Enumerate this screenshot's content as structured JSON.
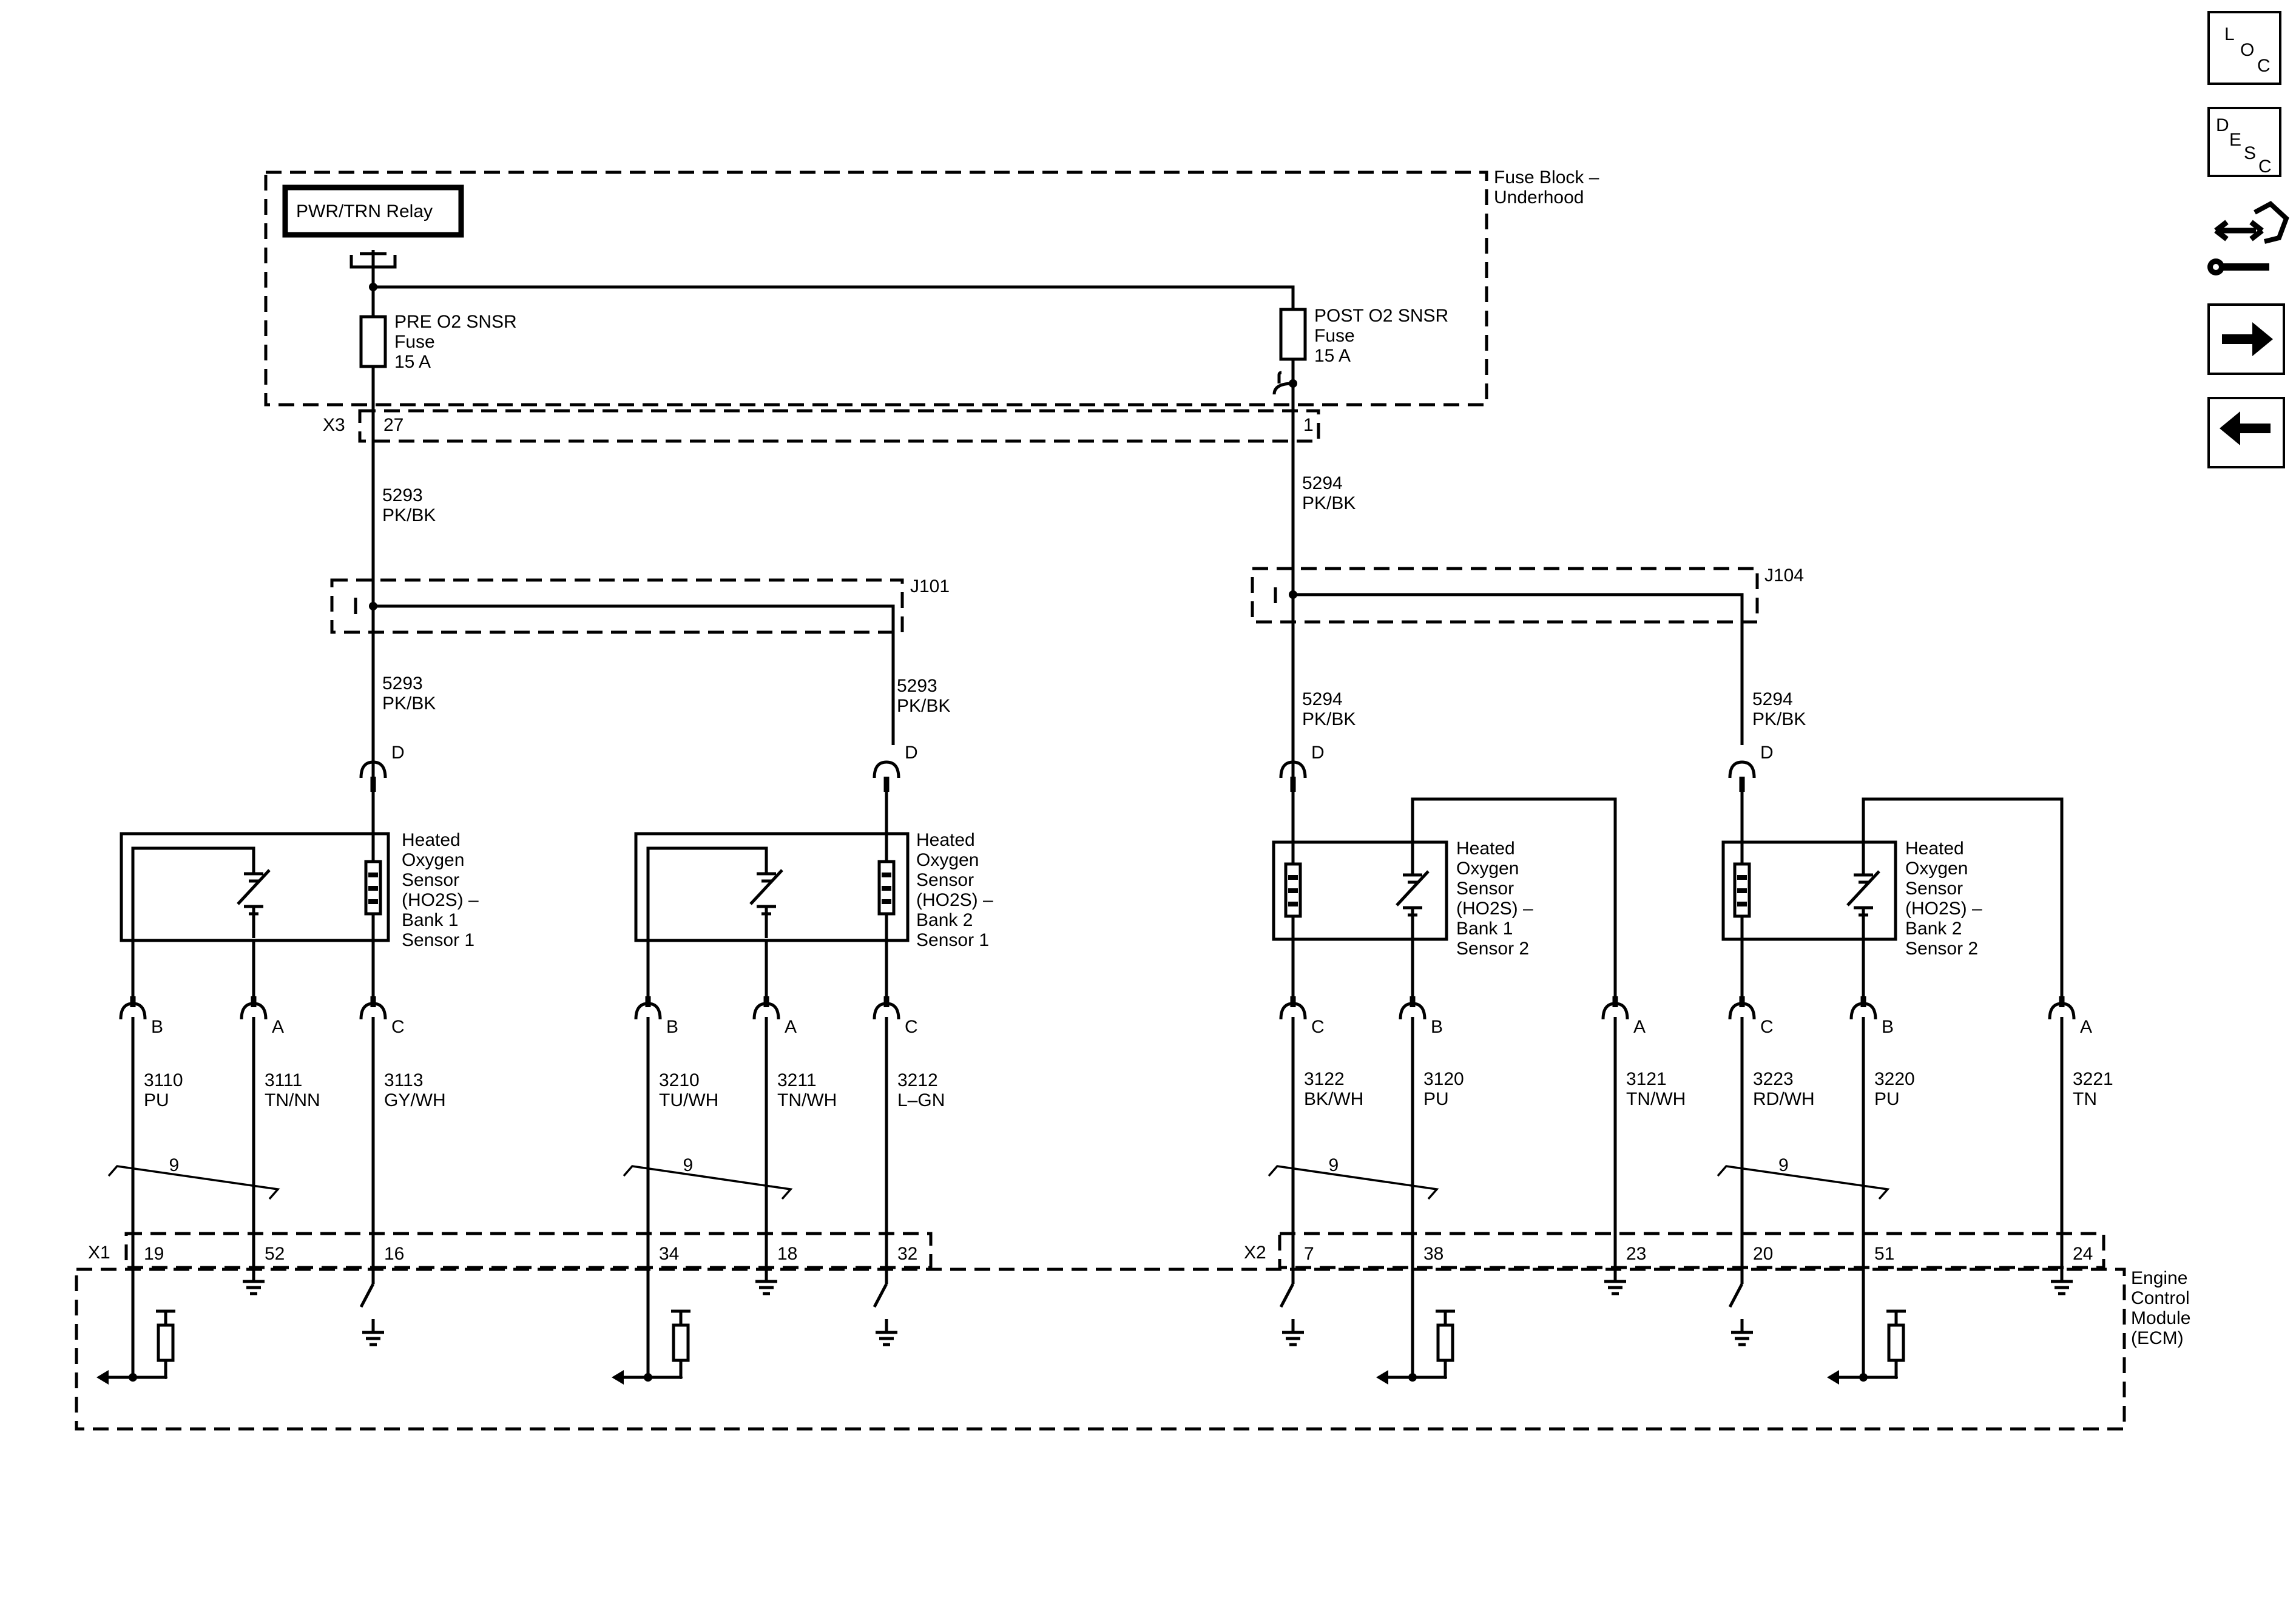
{
  "fuse_block": {
    "label": "Fuse Block –\nUnderhood",
    "relay": "PWR/TRN Relay",
    "pre_fuse": "PRE O2 SNSR\nFuse\n15 A",
    "post_fuse": "POST O2 SNSR\nFuse\n15 A",
    "connector": "X3",
    "pin_pre": "27",
    "pin_post": "1"
  },
  "splices": {
    "left": "J101",
    "right": "J104"
  },
  "feed_wires": {
    "pre": "5293\nPK/BK",
    "post": "5294\nPK/BK"
  },
  "sensors": [
    {
      "label": "Heated\nOxygen\nSensor\n(HO2S) –\nBank 1\nSensor 1",
      "feed_pin": "D",
      "pins": [
        "B",
        "A",
        "C"
      ],
      "wires": [
        "3110\nPU",
        "3111\nTN/NN",
        "3113\nGY/WH"
      ],
      "ecm_pins": [
        "19",
        "52",
        "16"
      ],
      "twist": "9"
    },
    {
      "label": "Heated\nOxygen\nSensor\n(HO2S) –\nBank 2\nSensor 1",
      "feed_pin": "D",
      "pins": [
        "B",
        "A",
        "C"
      ],
      "wires": [
        "3210\nTU/WH",
        "3211\nTN/WH",
        "3212\nL–GN"
      ],
      "ecm_pins": [
        "34",
        "18",
        "32"
      ],
      "twist": "9"
    },
    {
      "label": "Heated\nOxygen\nSensor\n(HO2S) –\nBank 1\nSensor 2",
      "feed_pin": "D",
      "pins": [
        "C",
        "B",
        "A"
      ],
      "wires": [
        "3122\nBK/WH",
        "3120\nPU",
        "3121\nTN/WH"
      ],
      "ecm_pins": [
        "7",
        "38",
        "23"
      ],
      "twist": "9"
    },
    {
      "label": "Heated\nOxygen\nSensor\n(HO2S) –\nBank 2\nSensor 2",
      "feed_pin": "D",
      "pins": [
        "C",
        "B",
        "A"
      ],
      "wires": [
        "3223\nRD/WH",
        "3220\nPU",
        "3221\nTN"
      ],
      "ecm_pins": [
        "20",
        "51",
        "24"
      ],
      "twist": "9"
    }
  ],
  "ecm": {
    "label": "Engine\nControl\nModule\n(ECM)",
    "connector_left": "X1",
    "connector_right": "X2"
  },
  "nav": {
    "loc": "LOC",
    "desc": "DESC",
    "icons": [
      "connector-tool-icon",
      "arrow-right-icon",
      "arrow-left-icon"
    ]
  }
}
